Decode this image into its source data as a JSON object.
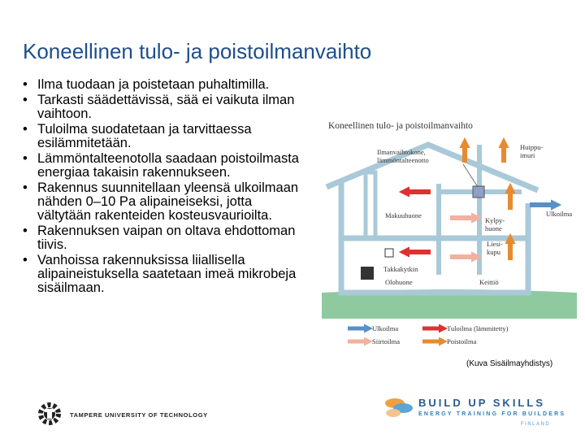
{
  "title": "Koneellinen tulo- ja poistoilmanvaihto",
  "bullets": [
    "Ilma tuodaan ja poistetaan puhaltimilla.",
    "Tarkasti säädettävissä, sää ei vaikuta ilman vaihtoon.",
    "Tuloilma suodatetaan ja tarvittaessa esilämmitetään.",
    "Lämmöntalteenotolla saadaan poistoilmasta energiaa takaisin rakennukseen.",
    "Rakennus suunnitellaan yleensä ulkoilmaan nähden 0–10 Pa alipaineiseksi, jotta vältytään rakenteiden kosteusvaurioilta.",
    "Rakennuksen vaipan on oltava ehdottoman tiivis.",
    "Vanhoissa rakennuksissa liiallisella alipaineistuksella saatetaan imeä mikrobeja sisäilmaan."
  ],
  "diagram": {
    "title": "Koneellinen tulo- ja poistoilmanvaihto",
    "labels": {
      "unit_line1": "Ilmanvaihtokone,",
      "unit_line2": "lämmöntalteenotto",
      "roof_line1": "Huippu-",
      "roof_line2": "imuri",
      "outdoor": "Ulkoilma",
      "attic": "Makuuhuone",
      "bath_line1": "Kylpy-",
      "bath_line2": "huone",
      "hood_line1": "Liesi-",
      "hood_line2": "kupu",
      "fireplace": "Takkakytkin",
      "living": "Olohuone",
      "kitchen": "Keittiö"
    },
    "legend": [
      "Ulkoilma",
      "Siirtoilma",
      "Tuloilma (lämmitetty)",
      "Poistoilma"
    ],
    "colors": {
      "outdoor": "#5a8fc8",
      "transfer": "#f2b0a0",
      "supply": "#e03030",
      "exhaust": "#e88a30",
      "ground": "#8fc9a0",
      "house": "#a9c9d8"
    }
  },
  "caption": "(Kuva Sisäilmayhdistys)",
  "footer": {
    "university": "TAMPERE UNIVERSITY OF TECHNOLOGY",
    "program_title": "BUILD UP SKILLS",
    "program_subtitle": "ENERGY TRAINING FOR BUILDERS",
    "program_country": "FINLAND"
  }
}
